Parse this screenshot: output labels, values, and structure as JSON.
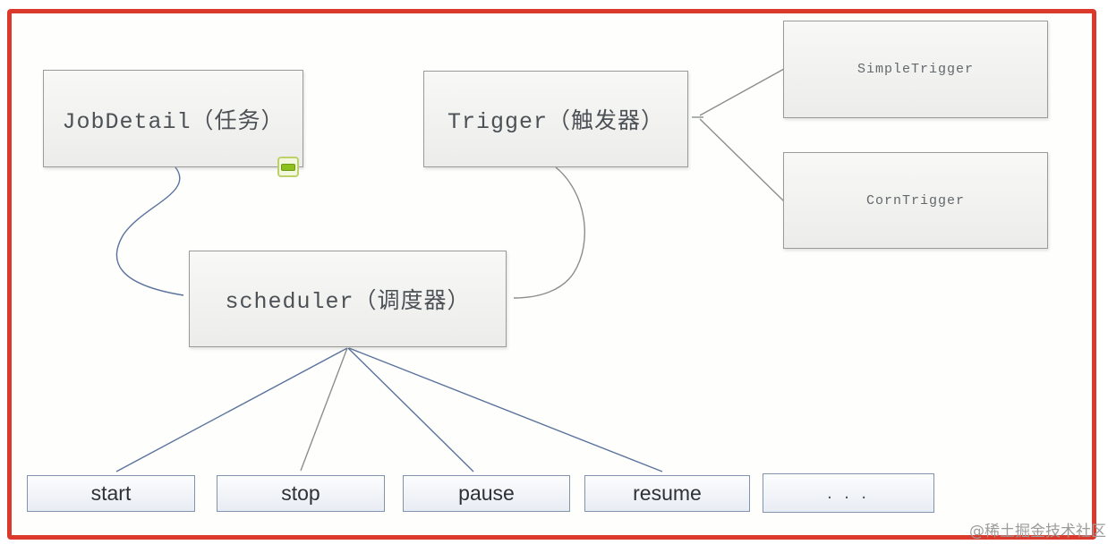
{
  "diagram": {
    "title_context": "quartz-scheduler-structure",
    "nodes": {
      "jobdetail": {
        "label": "JobDetail（任务）"
      },
      "trigger": {
        "label": "Trigger（触发器）"
      },
      "simple_trigger": {
        "label": "SimpleTrigger"
      },
      "corn_trigger": {
        "label": "CornTrigger"
      },
      "scheduler": {
        "label": "scheduler（调度器）"
      }
    },
    "actions": [
      {
        "label": "start"
      },
      {
        "label": "stop"
      },
      {
        "label": "pause"
      },
      {
        "label": "resume"
      },
      {
        "label": ". . ."
      }
    ],
    "edges": [
      {
        "from": "jobdetail",
        "to": "scheduler",
        "style": "curved",
        "color": "blue"
      },
      {
        "from": "trigger",
        "to": "scheduler",
        "style": "curved",
        "color": "gray"
      },
      {
        "from": "simple_trigger",
        "to": "trigger",
        "style": "straight",
        "color": "gray"
      },
      {
        "from": "corn_trigger",
        "to": "trigger",
        "style": "straight",
        "color": "gray"
      },
      {
        "from": "scheduler",
        "to": "start",
        "style": "straight",
        "color": "blue"
      },
      {
        "from": "scheduler",
        "to": "stop",
        "style": "straight",
        "color": "gray"
      },
      {
        "from": "scheduler",
        "to": "pause",
        "style": "straight",
        "color": "blue"
      },
      {
        "from": "scheduler",
        "to": "resume",
        "style": "straight",
        "color": "blue"
      }
    ],
    "icons": {
      "jobdetail_badge": "green-pill-badge-icon"
    }
  },
  "watermark": {
    "text": "@稀土掘金技术社区"
  },
  "colors": {
    "frame_red": "#da392b",
    "node_border": "#9b9b99",
    "node_text": "#4c5156",
    "action_border": "#8193ad",
    "action_text": "#2d3238",
    "arrow_blue": "#5b739c",
    "arrow_gray": "#8a8e8c",
    "badge_green": "#8cc01e",
    "watermark_gray": "#9c9c9c"
  }
}
